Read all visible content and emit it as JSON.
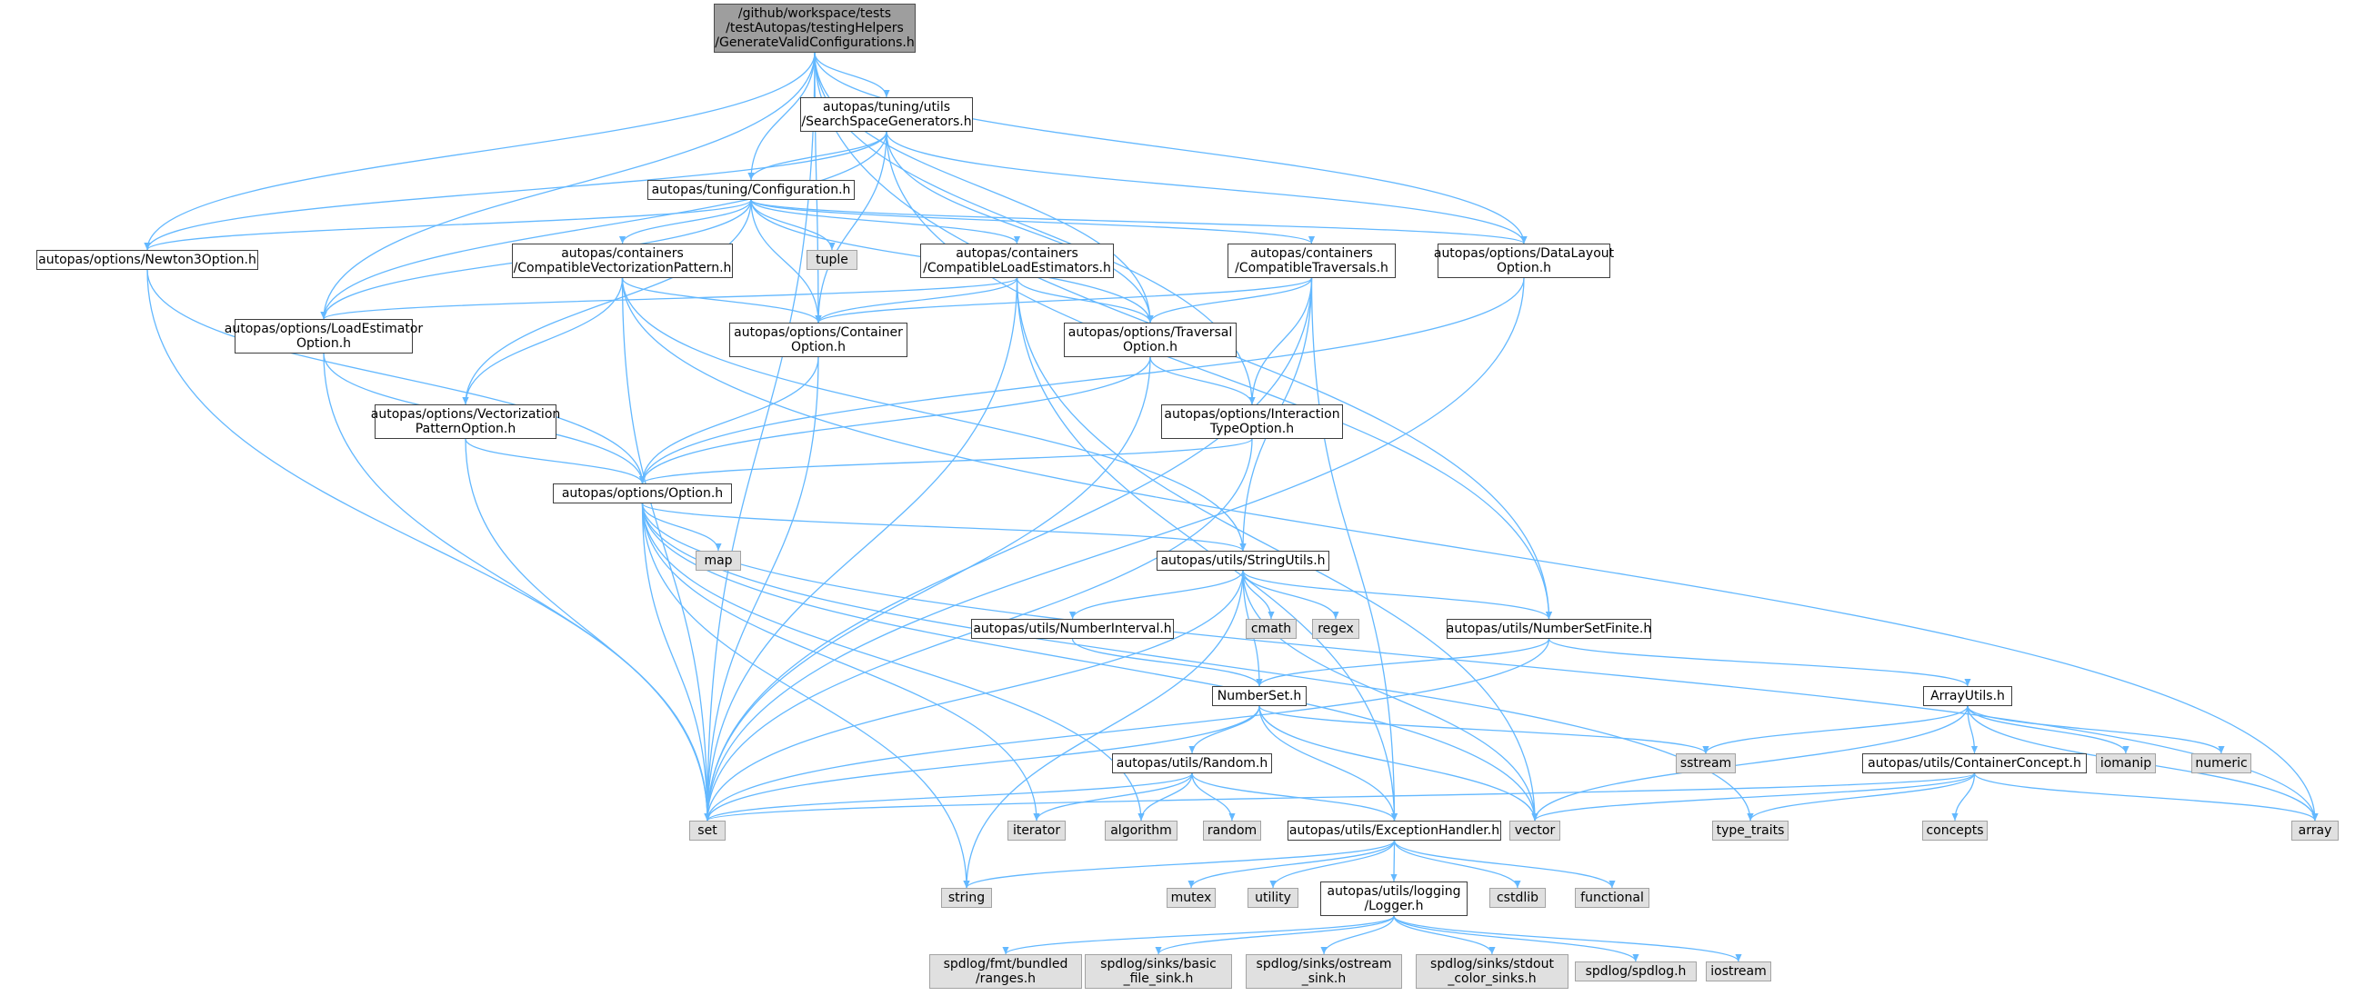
{
  "colors": {
    "edge": "#63b8ff",
    "root_fill": "#9e9e9e",
    "node_fill": "#ffffff",
    "system_fill": "#e0e0e0"
  },
  "nodes": {
    "root": "/github/workspace/tests\n/testAutopas/testingHelpers\n/GenerateValidConfigurations.h",
    "searchspace": "autopas/tuning/utils\n/SearchSpaceGenerators.h",
    "configuration": "autopas/tuning/Configuration.h",
    "newton3": "autopas/options/Newton3Option.h",
    "tuple": "tuple",
    "compat_vec": "autopas/containers\n/CompatibleVectorizationPattern.h",
    "compat_load": "autopas/containers\n/CompatibleLoadEstimators.h",
    "compat_trav": "autopas/containers\n/CompatibleTraversals.h",
    "datalayout": "autopas/options/DataLayout\nOption.h",
    "loadest": "autopas/options/LoadEstimator\nOption.h",
    "container": "autopas/options/Container\nOption.h",
    "traversal": "autopas/options/Traversal\nOption.h",
    "vecpattern": "autopas/options/Vectorization\nPatternOption.h",
    "interaction": "autopas/options/Interaction\nTypeOption.h",
    "option": "autopas/options/Option.h",
    "map": "map",
    "stringutils": "autopas/utils/StringUtils.h",
    "numinterval": "autopas/utils/NumberInterval.h",
    "cmath": "cmath",
    "regex": "regex",
    "numsetfinite": "autopas/utils/NumberSetFinite.h",
    "numberset": "NumberSet.h",
    "arrayutils": "ArrayUtils.h",
    "random_h": "autopas/utils/Random.h",
    "sstream": "sstream",
    "iomanip": "iomanip",
    "numeric": "numeric",
    "containerconcept": "autopas/utils/ContainerConcept.h",
    "set": "set",
    "iterator": "iterator",
    "algorithm": "algorithm",
    "random": "random",
    "exception": "autopas/utils/ExceptionHandler.h",
    "vector": "vector",
    "type_traits": "type_traits",
    "concepts": "concepts",
    "array": "array",
    "string": "string",
    "mutex": "mutex",
    "utility": "utility",
    "logger": "autopas/utils/logging\n/Logger.h",
    "cstdlib": "cstdlib",
    "functional": "functional",
    "spdlog_ranges": "spdlog/fmt/bundled\n/ranges.h",
    "spdlog_basic": "spdlog/sinks/basic\n_file_sink.h",
    "spdlog_ostream": "spdlog/sinks/ostream\n_sink.h",
    "spdlog_stdout": "spdlog/sinks/stdout\n_color_sinks.h",
    "spdlog_spdlog": "spdlog/spdlog.h",
    "iostream": "iostream"
  }
}
